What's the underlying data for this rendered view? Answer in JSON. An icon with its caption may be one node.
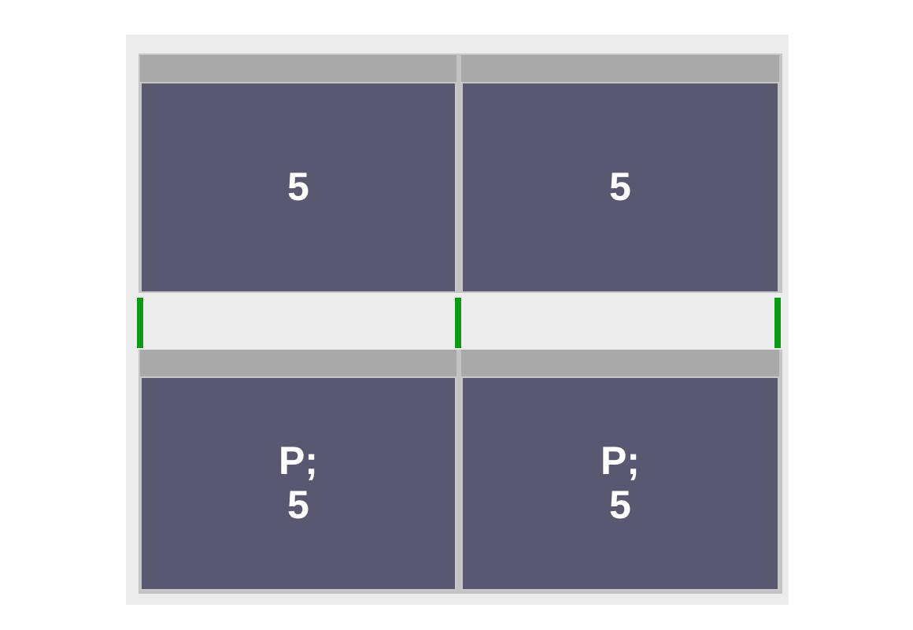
{
  "diagram": {
    "nodes": [
      {
        "text": [
          "5"
        ]
      },
      {
        "text": [
          "5"
        ]
      },
      {
        "text": [
          "P; 5"
        ]
      },
      {
        "text": [
          "P; 5"
        ]
      }
    ]
  }
}
